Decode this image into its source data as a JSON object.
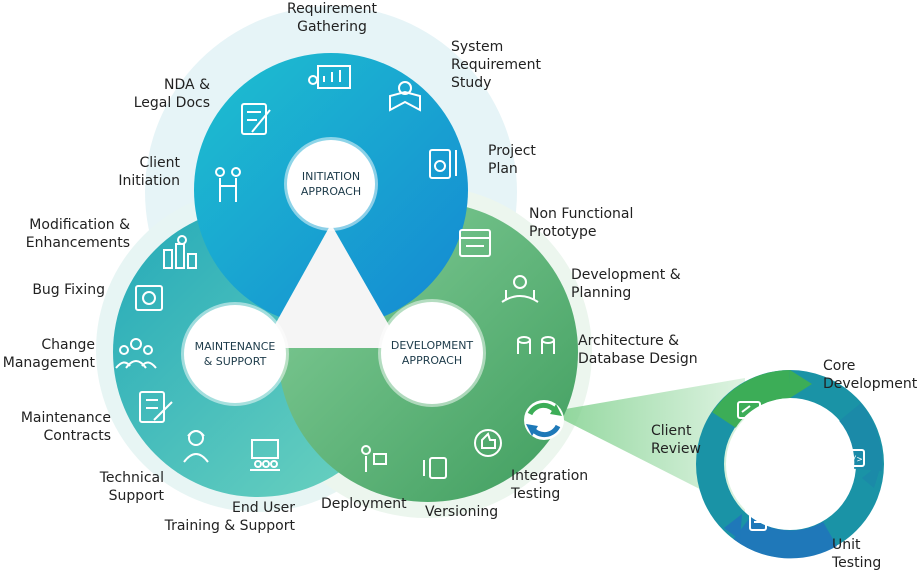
{
  "hubs": {
    "initiation": "INITIATION\nAPPROACH",
    "maintenance": "MAINTENANCE\n& SUPPORT",
    "development": "DEVELOPMENT\nAPPROACH"
  },
  "labels": {
    "requirement_gathering": "Requirement\nGathering",
    "system_requirement_study": "System\nRequirement\nStudy",
    "nda_legal_docs": "NDA &\nLegal Docs",
    "project_plan": "Project\nPlan",
    "client_initiation": "Client\nInitiation",
    "modification_enhancements": "Modification &\nEnhancements",
    "non_functional_prototype": "Non Functional\nPrototype",
    "bug_fixing": "Bug Fixing",
    "development_planning": "Development &\nPlanning",
    "change_management": "Change\nManagement",
    "architecture_database_design": "Architecture &\nDatabase Design",
    "maintenance_contracts": "Maintenance\nContracts",
    "technical_support": "Technical\nSupport",
    "end_user_training_support": "End User\nTraining & Support",
    "deployment": "Deployment",
    "versioning": "Versioning",
    "integration_testing": "Integration\nTesting",
    "client_review": "Client\nReview",
    "core_development": "Core\nDevelopment",
    "unit_testing": "Unit\nTesting"
  },
  "colors": {
    "initiation": "#1b9fd6",
    "initiation_light": "#1ec8c8",
    "maintenance": "#2fb4b4",
    "maintenance_light": "#5cd0c2",
    "development": "#4aa96a",
    "development_light": "#76c58e",
    "cycle_green": "#3cad57",
    "cycle_teal": "#1a8fa0",
    "cycle_blue": "#1e79b8"
  }
}
